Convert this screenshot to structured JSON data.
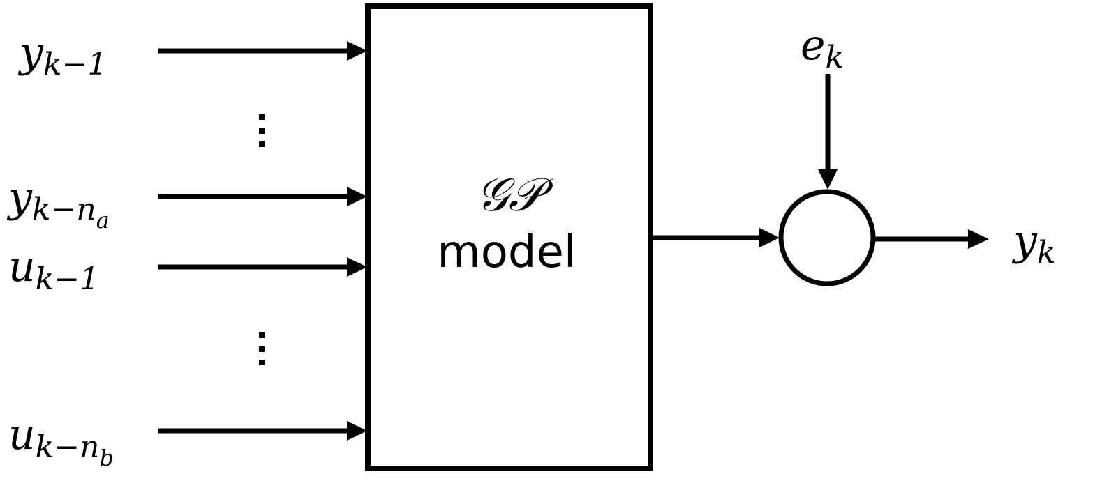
{
  "inputs": [
    {
      "base": "y",
      "sub": "k−1",
      "subsub": ""
    },
    {
      "base": "y",
      "sub": "k−n",
      "subsub": "a"
    },
    {
      "base": "u",
      "sub": "k−1",
      "subsub": ""
    },
    {
      "base": "u",
      "sub": "k−n",
      "subsub": "b"
    }
  ],
  "block": {
    "title": "𝒢𝒫",
    "subtitle": "model"
  },
  "noise": {
    "base": "e",
    "sub": "k"
  },
  "output": {
    "base": "y",
    "sub": "k"
  }
}
